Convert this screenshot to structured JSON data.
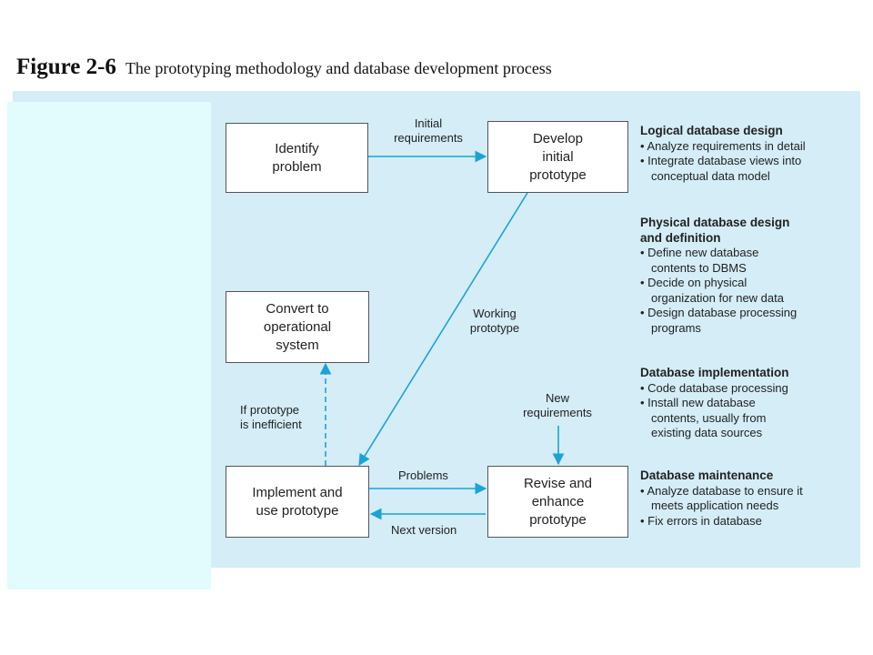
{
  "caption": {
    "figure": "Figure 2-6",
    "title": "The prototyping methodology and database development process"
  },
  "boxes": {
    "identify": "Identify\nproblem",
    "develop": "Develop\ninitial\nprototype",
    "convert": "Convert to\noperational\nsystem",
    "implement": "Implement and\nuse prototype",
    "revise": "Revise and\nenhance\nprototype"
  },
  "labels": {
    "initial_requirements": "Initial\nrequirements",
    "working_prototype": "Working\nprototype",
    "if_inefficient": "If prototype\nis inefficient",
    "new_requirements": "New\nrequirements",
    "problems": "Problems",
    "next_version": "Next version"
  },
  "sections": [
    {
      "heading": "Logical database design",
      "items": [
        "• Analyze requirements in detail",
        "• Integrate database views into\nconceptual data model"
      ]
    },
    {
      "heading": "Physical database design\n  and definition",
      "items": [
        "• Define new database\ncontents to DBMS",
        "• Decide on physical\norganization for new data",
        "• Design database processing\nprograms"
      ]
    },
    {
      "heading": "Database implementation",
      "items": [
        "• Code database processing",
        "• Install new database\ncontents, usually from\nexisting data sources"
      ]
    },
    {
      "heading": "Database maintenance",
      "items": [
        "• Analyze database to ensure it\nmeets application needs",
        "• Fix errors in database"
      ]
    }
  ],
  "colors": {
    "arrow": "#1ba3d8",
    "panel_right": "#d4edf7",
    "panel_left": "#e2fbfd"
  }
}
